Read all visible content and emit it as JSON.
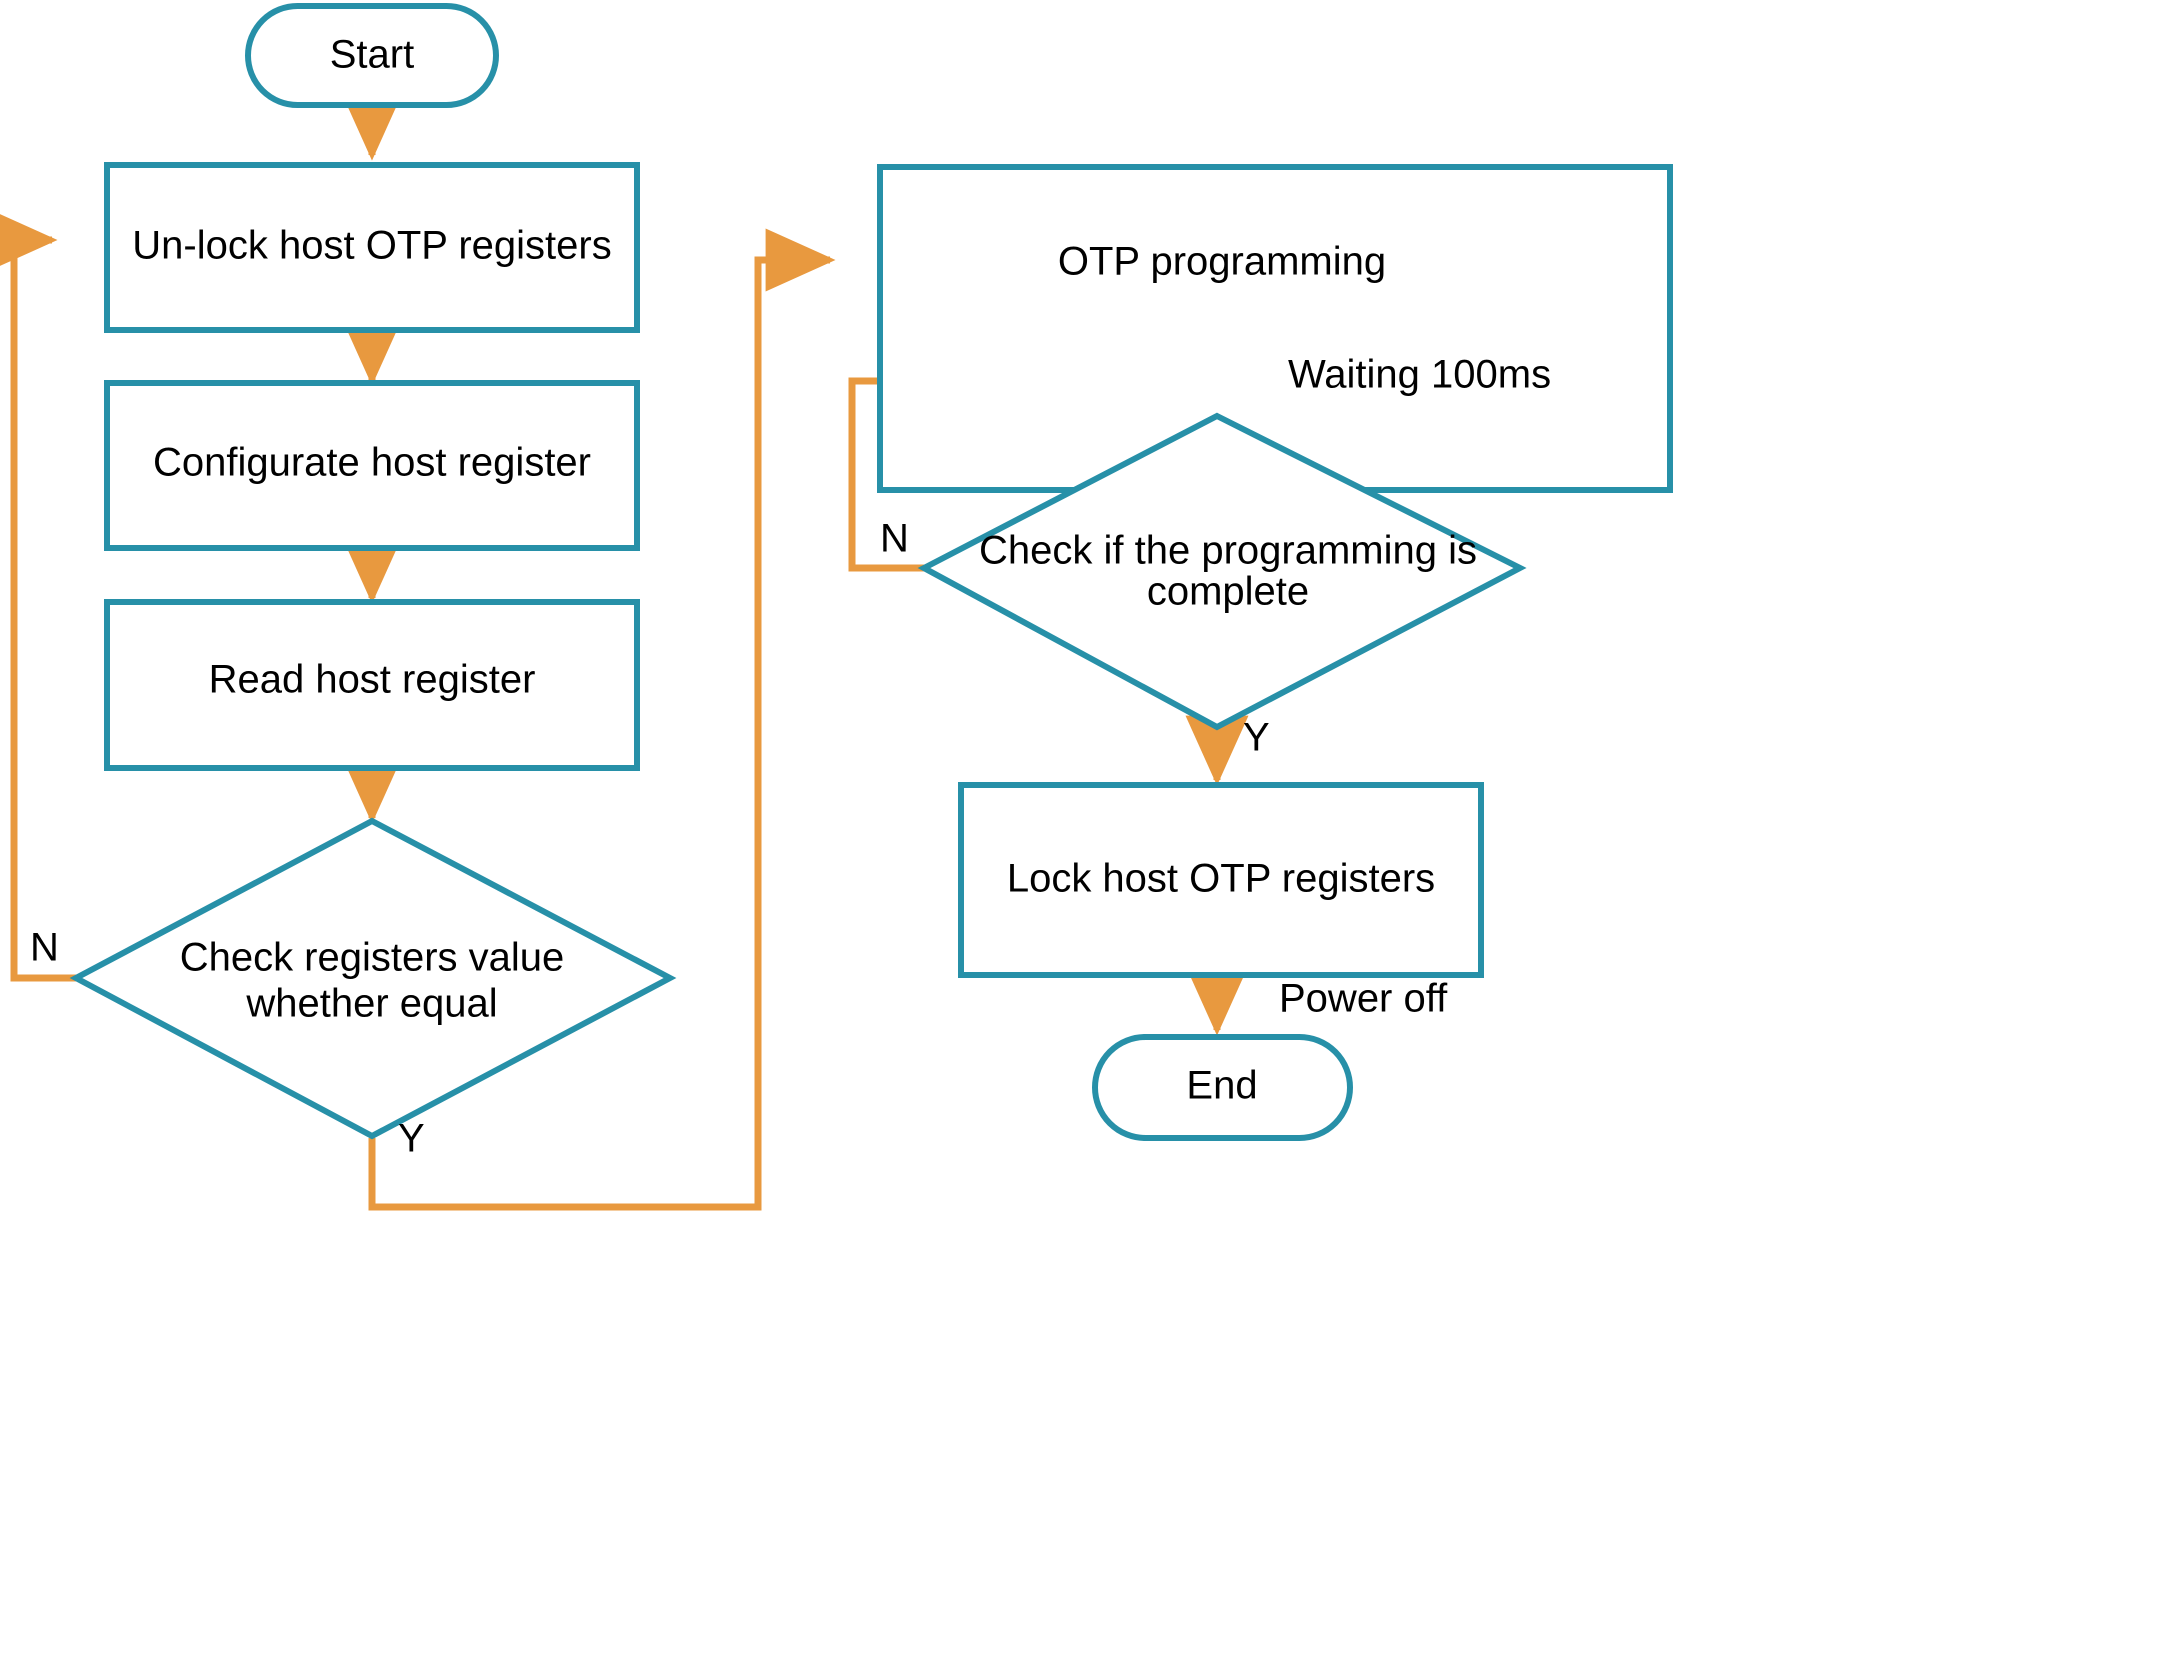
{
  "diagram": {
    "title": "Host OTP programming flowchart",
    "colors": {
      "shape_stroke": "#2790A8",
      "connector": "#E8993F",
      "text": "#000000",
      "background": "#FFFFFF"
    },
    "nodes": [
      {
        "id": "start",
        "type": "terminator",
        "label": "Start"
      },
      {
        "id": "unlock",
        "type": "process",
        "label": "Un-lock host OTP registers"
      },
      {
        "id": "configurate",
        "type": "process",
        "label": "Configurate host register"
      },
      {
        "id": "read",
        "type": "process",
        "label": "Read host register"
      },
      {
        "id": "check_equal",
        "type": "decision",
        "label_line1": "Check registers value",
        "label_line2": "whether equal"
      },
      {
        "id": "otp_prog",
        "type": "process",
        "label": "OTP programming"
      },
      {
        "id": "check_done",
        "type": "decision",
        "label_line1": "Check if the programming is",
        "label_line2": "complete"
      },
      {
        "id": "lock",
        "type": "process",
        "label": "Lock host OTP registers"
      },
      {
        "id": "end",
        "type": "terminator",
        "label": "End"
      }
    ],
    "edge_labels": {
      "check_equal_no": "N",
      "check_equal_yes": "Y",
      "waiting": "Waiting 100ms",
      "check_done_no": "N",
      "check_done_yes": "Y",
      "power_off": "Power off"
    }
  }
}
